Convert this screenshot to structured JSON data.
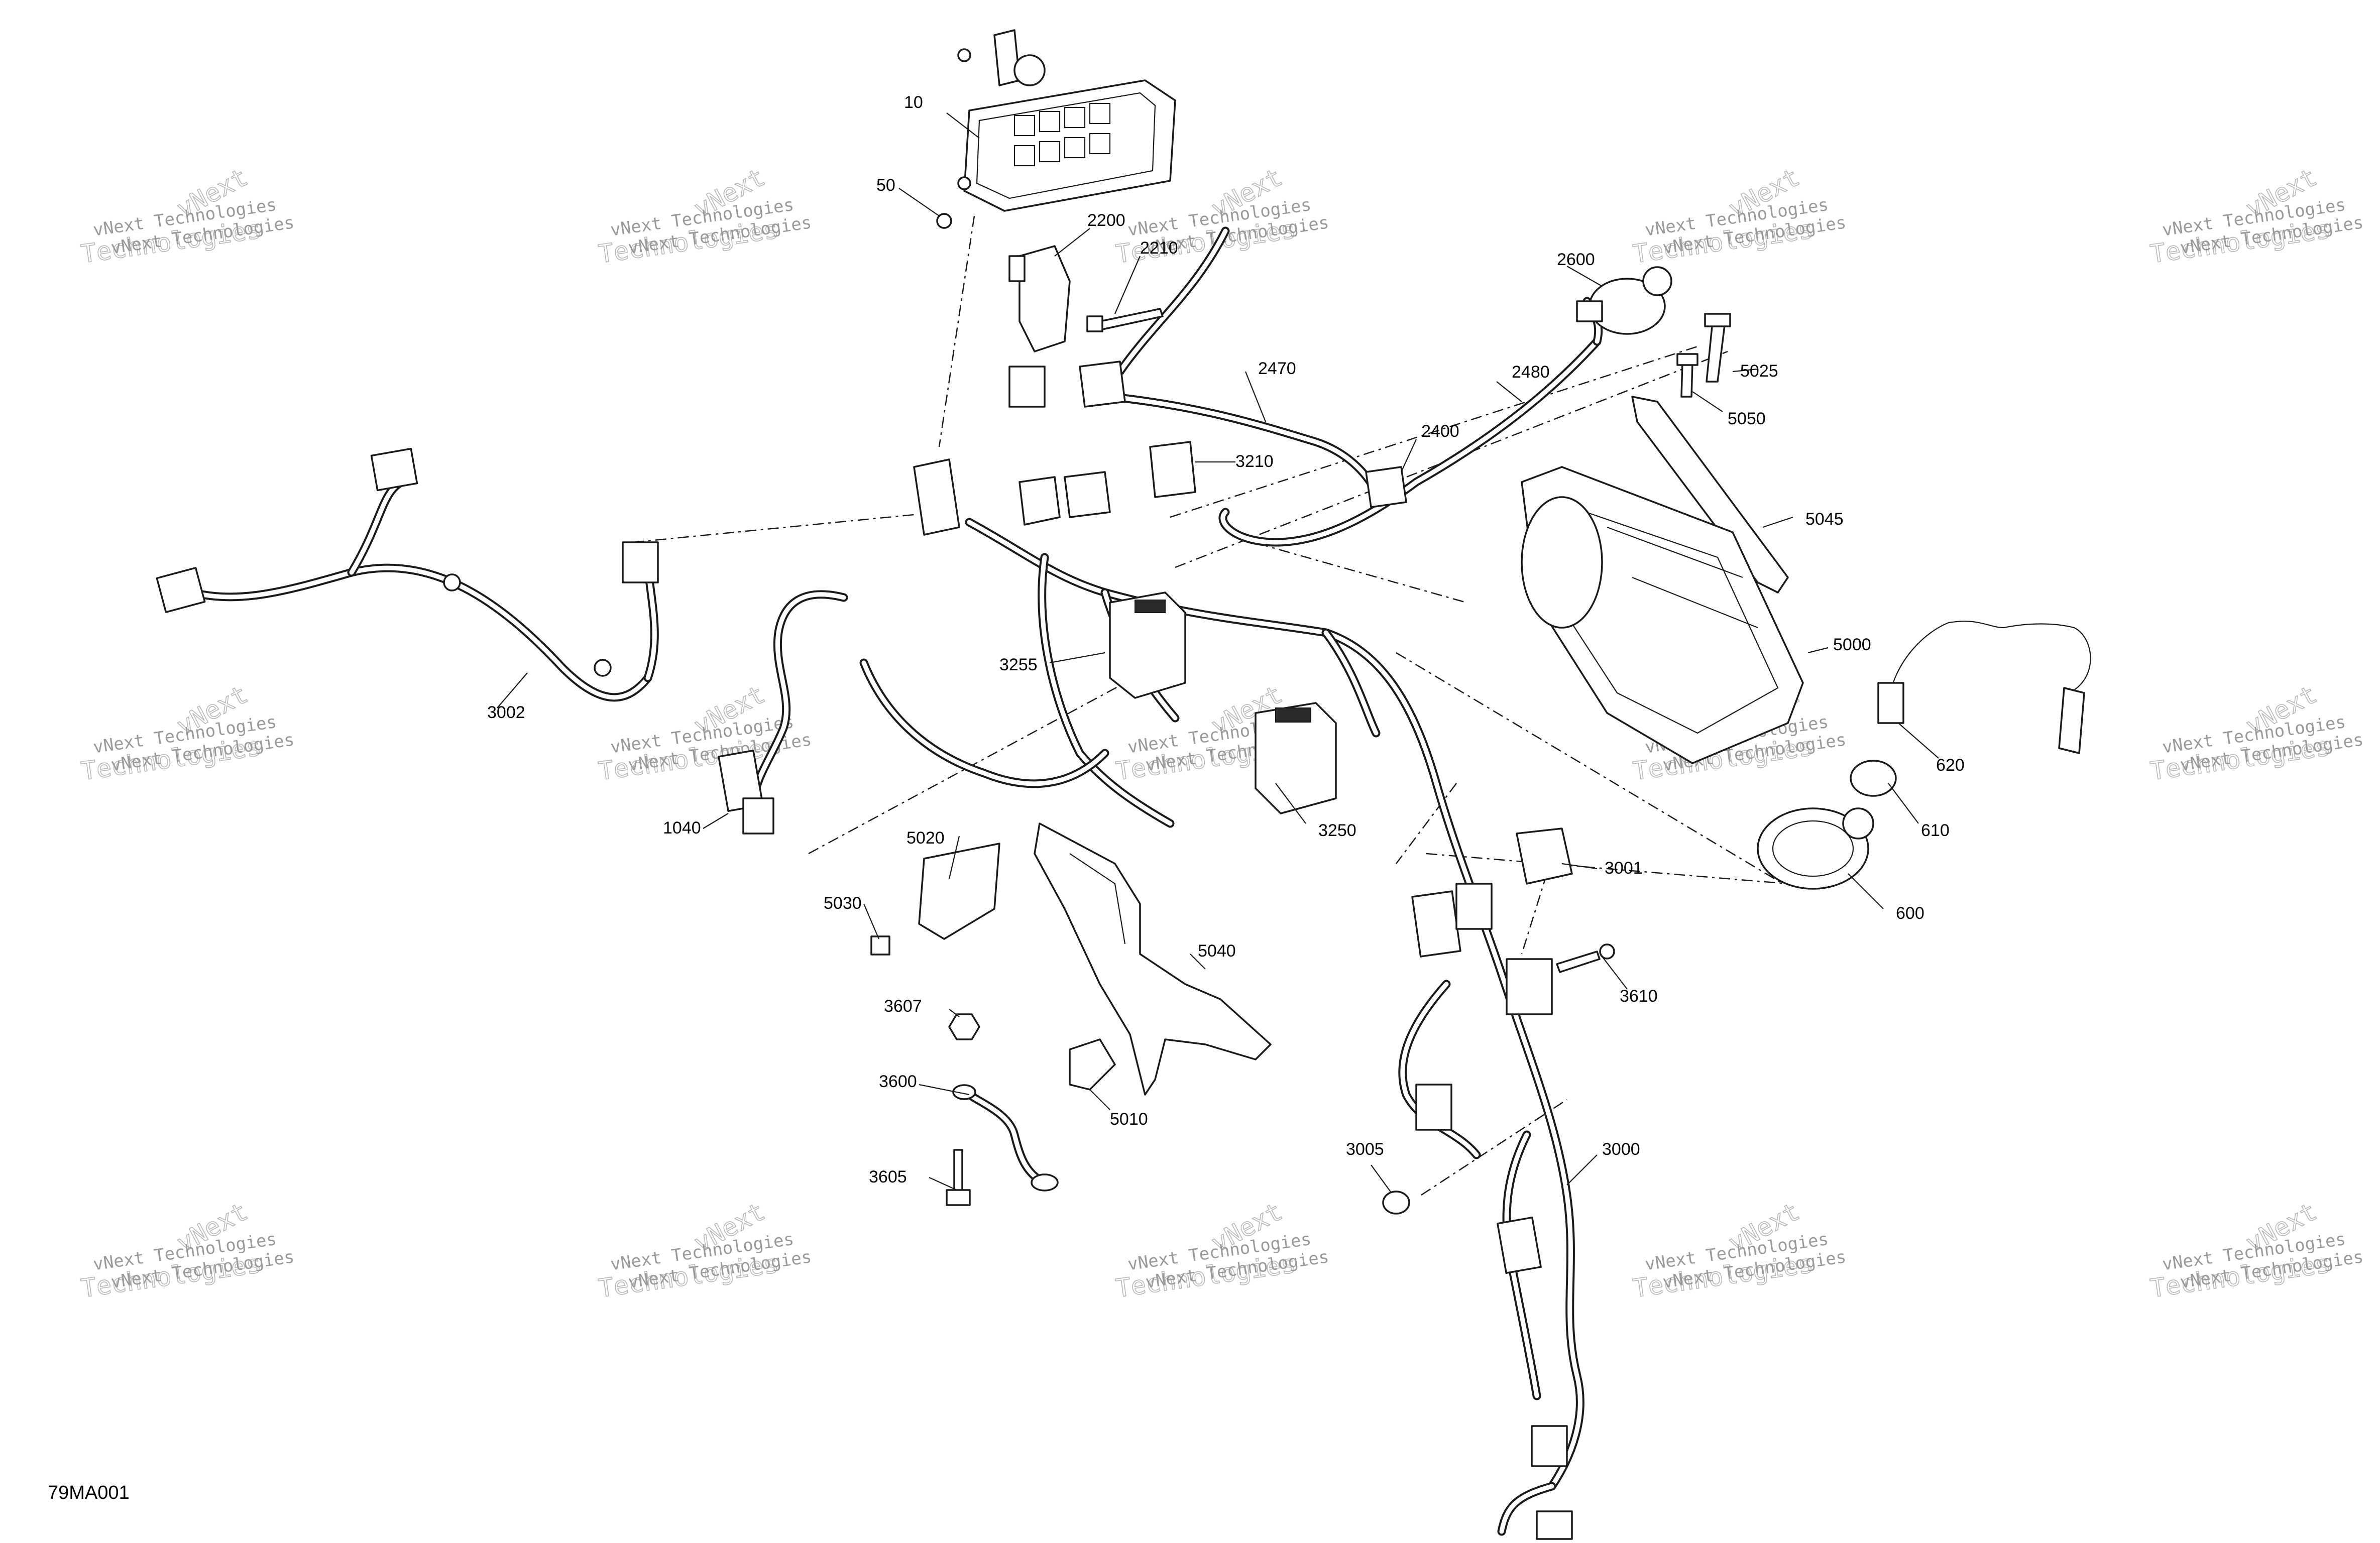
{
  "diagram": {
    "drawing_code": "79MA001",
    "watermark": {
      "line1": "vNext Technologies",
      "line2": "Technologies",
      "tilt_top": "vNext"
    },
    "parts": [
      {
        "id": "10"
      },
      {
        "id": "50"
      },
      {
        "id": "2200"
      },
      {
        "id": "2210"
      },
      {
        "id": "2470"
      },
      {
        "id": "2400"
      },
      {
        "id": "3210"
      },
      {
        "id": "2480"
      },
      {
        "id": "2600"
      },
      {
        "id": "5025"
      },
      {
        "id": "5050"
      },
      {
        "id": "5045"
      },
      {
        "id": "5000"
      },
      {
        "id": "620"
      },
      {
        "id": "610"
      },
      {
        "id": "600"
      },
      {
        "id": "3002"
      },
      {
        "id": "3255"
      },
      {
        "id": "1040"
      },
      {
        "id": "3250"
      },
      {
        "id": "3001"
      },
      {
        "id": "5020"
      },
      {
        "id": "5030"
      },
      {
        "id": "5040"
      },
      {
        "id": "3610"
      },
      {
        "id": "3607"
      },
      {
        "id": "3600"
      },
      {
        "id": "5010"
      },
      {
        "id": "3605"
      },
      {
        "id": "3005"
      },
      {
        "id": "3000"
      }
    ]
  }
}
